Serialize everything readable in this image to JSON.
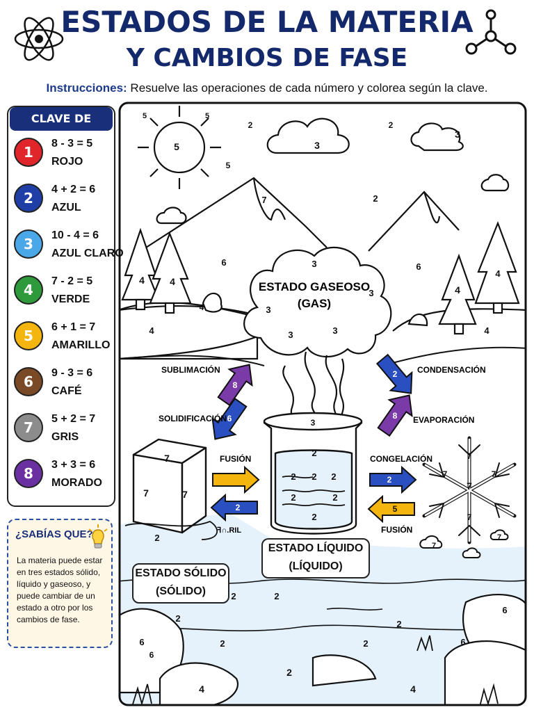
{
  "header": {
    "title_line1": "ESTADOS DE LA MATERIA",
    "title_line2": "Y CAMBIOS DE FASE",
    "instructions_label": "Instrucciones:",
    "instructions_text": "Resuelve las operaciones de cada número y colorea según la clave."
  },
  "key": {
    "title": "CLAVE DE COLOR",
    "items": [
      {
        "num": "1",
        "eq": "8 - 3 = 5",
        "color_name": "ROJO",
        "color": "#e0262b"
      },
      {
        "num": "2",
        "eq": "4 + 2 = 6",
        "color_name": "AZUL",
        "color": "#1f3fa6"
      },
      {
        "num": "3",
        "eq": "10 - 4 = 6",
        "color_name": "AZUL CLARO",
        "color": "#4aa7e8"
      },
      {
        "num": "4",
        "eq": "7 - 2 = 5",
        "color_name": "VERDE",
        "color": "#2f9a3c"
      },
      {
        "num": "5",
        "eq": "6 + 1 = 7",
        "color_name": "AMARILLO",
        "color": "#f5b50f"
      },
      {
        "num": "6",
        "eq": "9 - 3 = 6",
        "color_name": "CAFÉ",
        "color": "#7a4a26"
      },
      {
        "num": "7",
        "eq": "5 + 2 = 7",
        "color_name": "GRIS",
        "color": "#8c8c8c"
      },
      {
        "num": "8",
        "eq": "3 + 3 = 6",
        "color_name": "MORADO",
        "color": "#6a2fa0"
      }
    ]
  },
  "fact": {
    "title": "¿SABÍAS QUE?",
    "body": "La materia puede estar en tres estados sólido, líquido y gaseoso, y puede cambiar de un estado a otro por los cambios de fase."
  },
  "scene": {
    "gas_label_1": "ESTADO GASEOSO",
    "gas_label_2": "(GAS)",
    "liquid_label_1": "ESTADO LÍQUIDO",
    "liquid_label_2": "(LÍQUIDO)",
    "solid_label_1": "ESTADO SÓLIDO",
    "solid_label_2": "(SÓLIDO)",
    "phase_sublimacion": "SUBLIMACIÓN",
    "phase_condensacion": "CONDENSACIÓN",
    "phase_solidificacion": "SOLIDIFICACIÓN",
    "phase_evaporacion": "EVAPORACIÓN",
    "phase_fusion_left": "FUSIÓN",
    "phase_congelacion": "CONGELACIÓN",
    "phase_fusion_right": "FUSIÓN",
    "puddle_text": "ꟻ∩.RIL",
    "arrow_num_2": "2",
    "arrow_num_5": "5",
    "arrow_num_6": "6",
    "arrow_num_8": "8",
    "n2": "2",
    "n3": "3",
    "n4": "4",
    "n5": "5",
    "n6": "6",
    "n7": "7",
    "n_sun": "5",
    "n_cloud": "3"
  },
  "colors": {
    "title": "#14296b",
    "blue_arrow": "#2a4fc0",
    "yellow_arrow": "#f5b50f",
    "purple_arrow": "#7a3aa8",
    "water": "#e6f2fb"
  }
}
